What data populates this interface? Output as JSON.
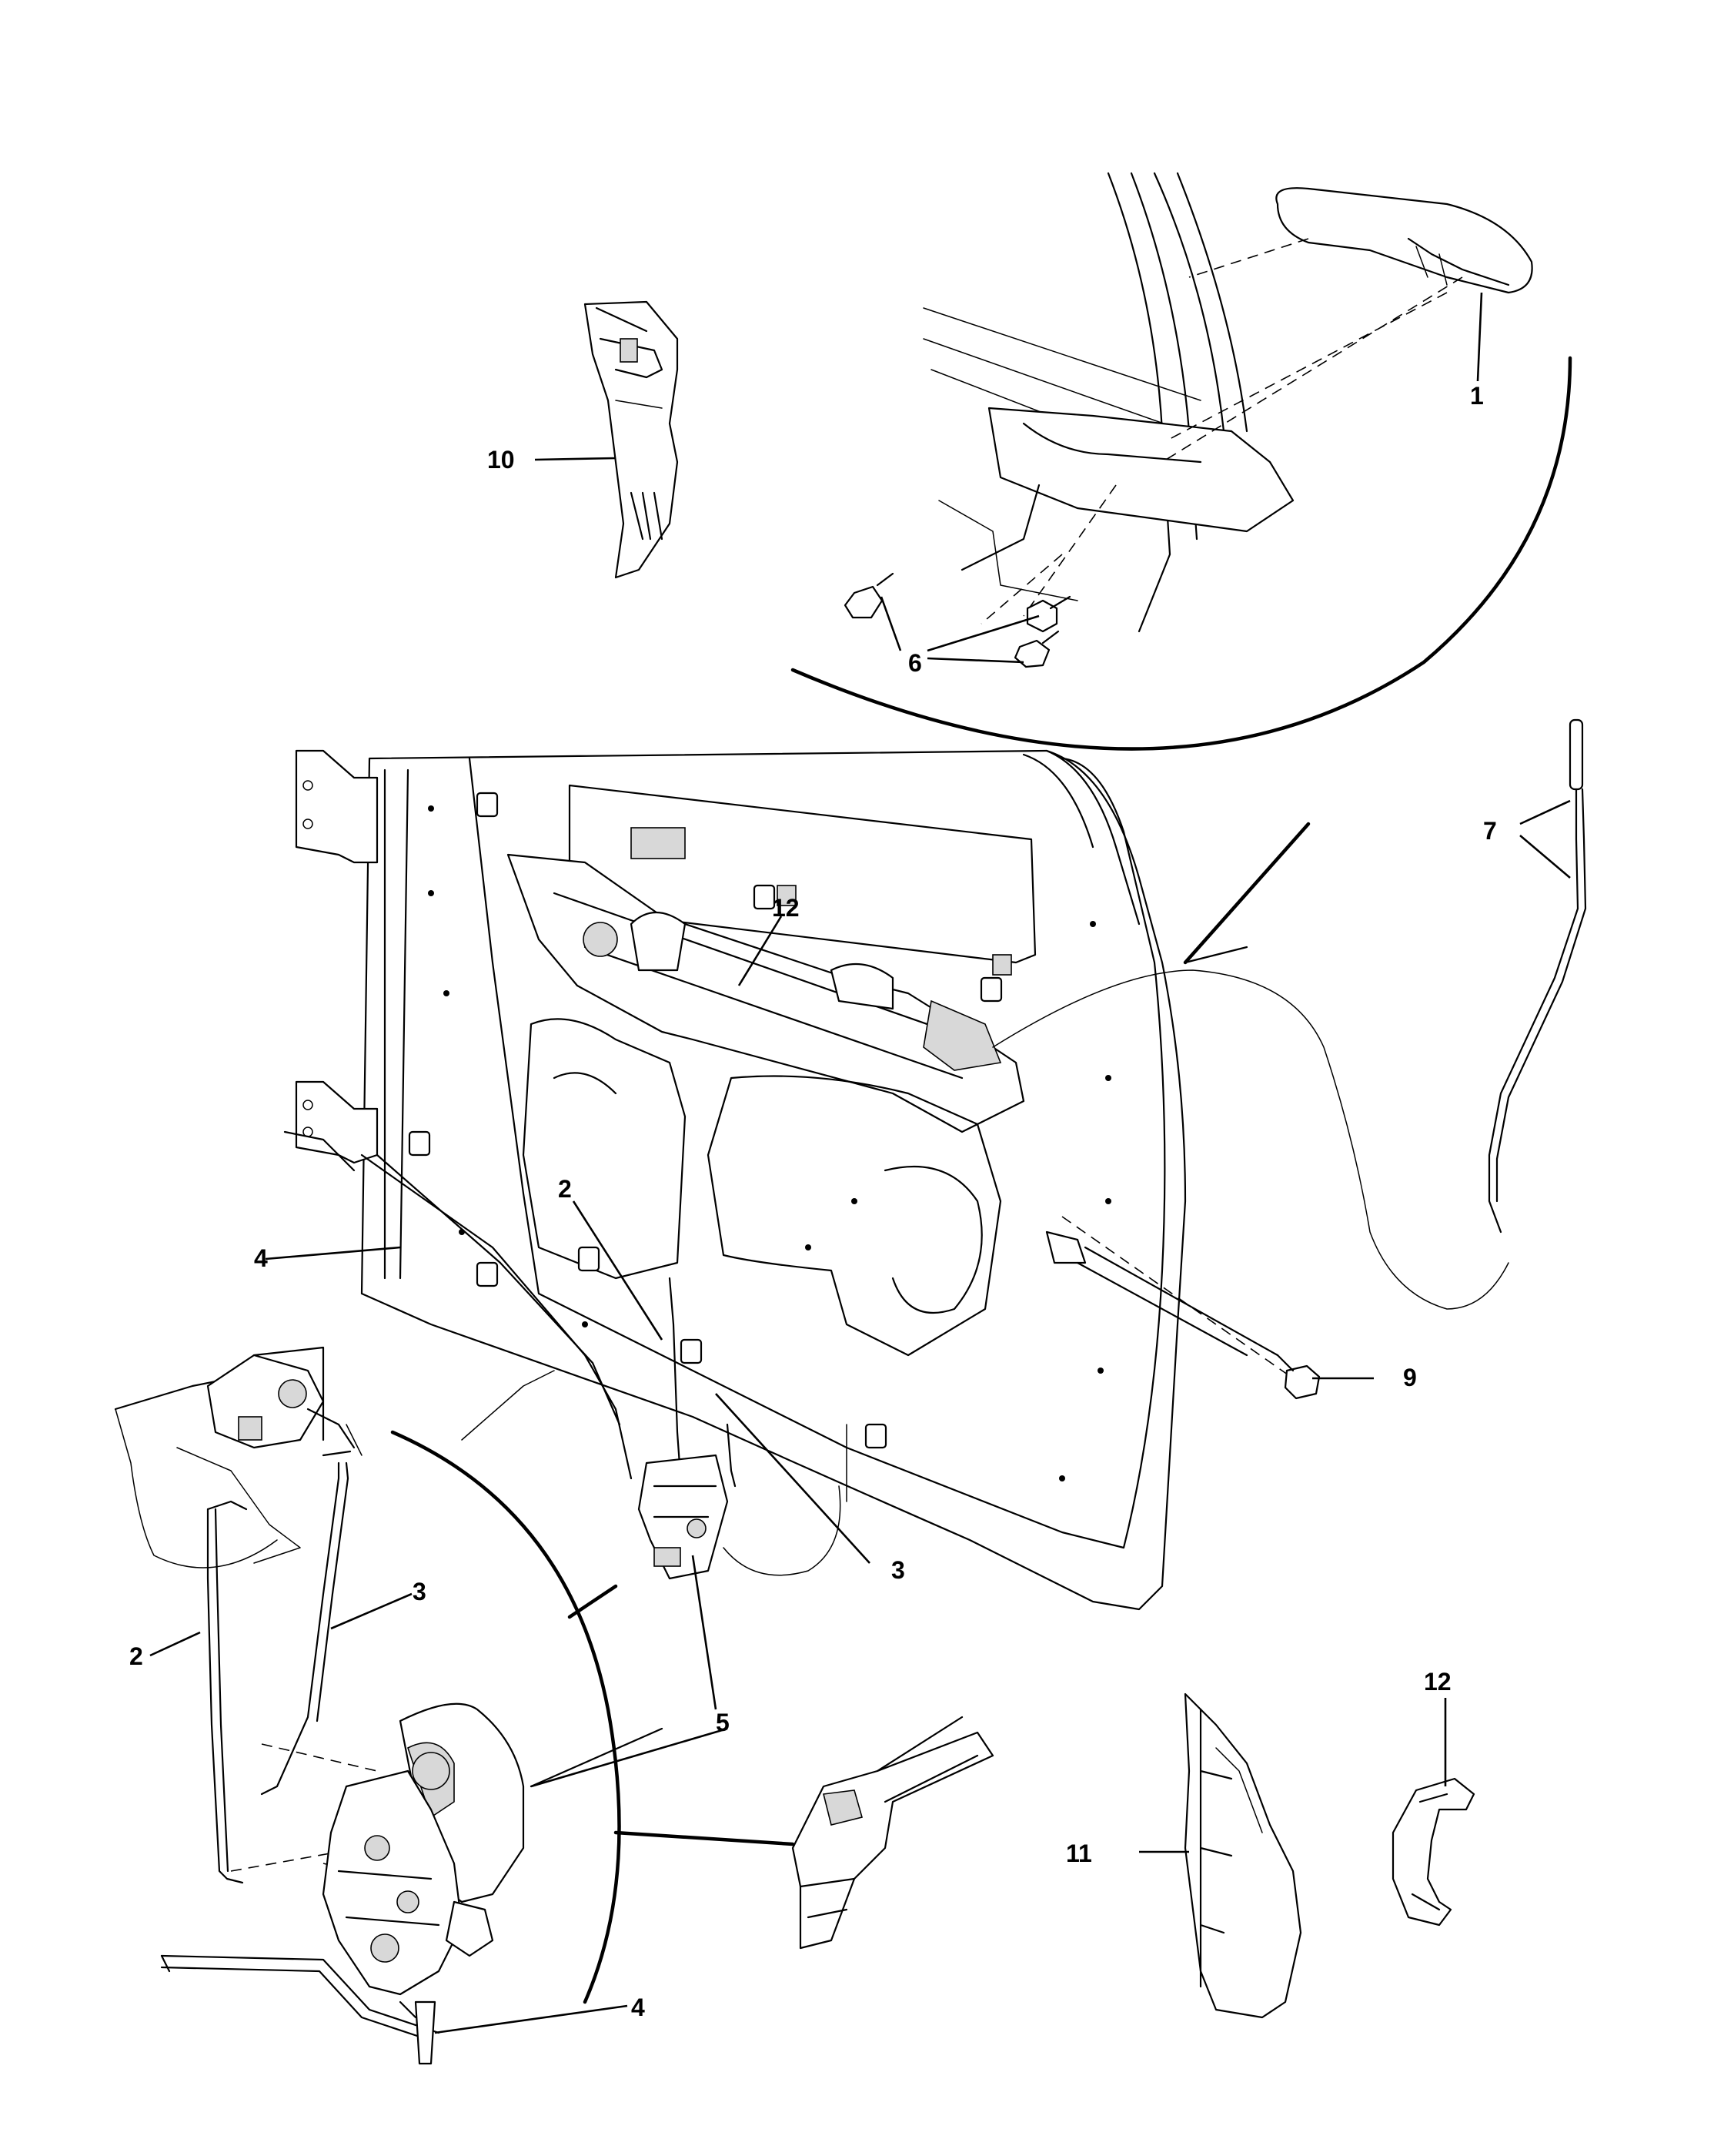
{
  "callouts": {
    "c1": "1",
    "c2a": "2",
    "c2b": "2",
    "c3a": "3",
    "c3b": "3",
    "c4a": "4",
    "c4b": "4",
    "c5": "5",
    "c6": "6",
    "c7": "7",
    "c9": "9",
    "c10": "10",
    "c11": "11",
    "c12a": "12",
    "c12b": "12"
  }
}
